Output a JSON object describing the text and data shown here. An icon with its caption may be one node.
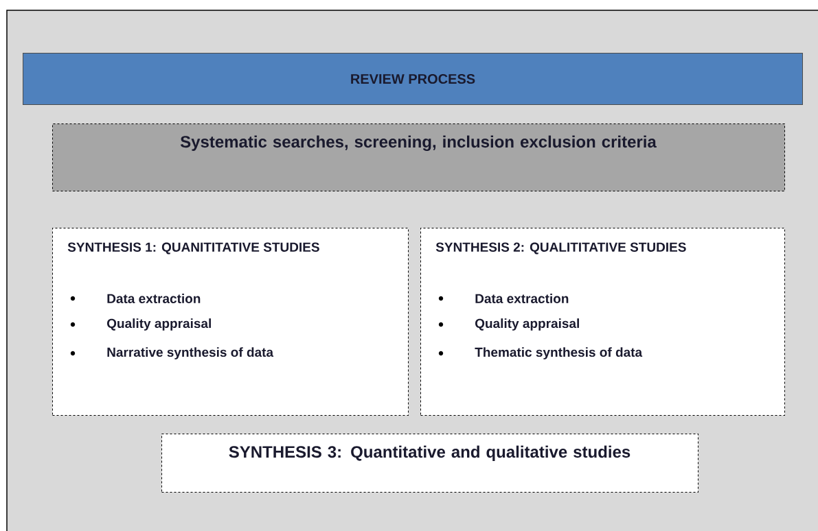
{
  "diagram": {
    "nodes": [
      {
        "text": [
          "REVIEW PROCESS"
        ]
      },
      {
        "text": [
          "Systematic searches, screening, inclusion exclusion criteria"
        ]
      },
      {
        "text": [
          "SYNTHESIS 1: QUANITITATIVE STUDIES",
          "Data extraction",
          "Quality appraisal",
          "Narrative synthesis of data"
        ]
      },
      {
        "text": [
          "SYNTHESIS 2: QUALITITATIVE STUDIES",
          "Data extraction",
          "Quality appraisal",
          "Thematic synthesis of data"
        ]
      },
      {
        "text": [
          "SYNTHESIS 3: Quantitative and qualitative studies"
        ]
      }
    ]
  }
}
